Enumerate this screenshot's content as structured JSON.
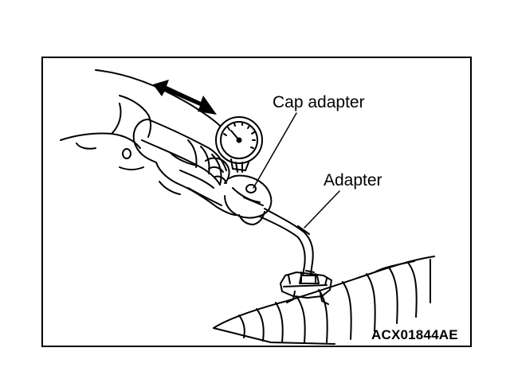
{
  "labels": {
    "cap_adapter": "Cap adapter",
    "adapter": "Adapter"
  },
  "figure_code": "ACX01844AE",
  "colors": {
    "line": "#000000",
    "background": "#ffffff"
  },
  "icons": [
    "double-arrow-icon",
    "pressure-gauge-icon"
  ]
}
